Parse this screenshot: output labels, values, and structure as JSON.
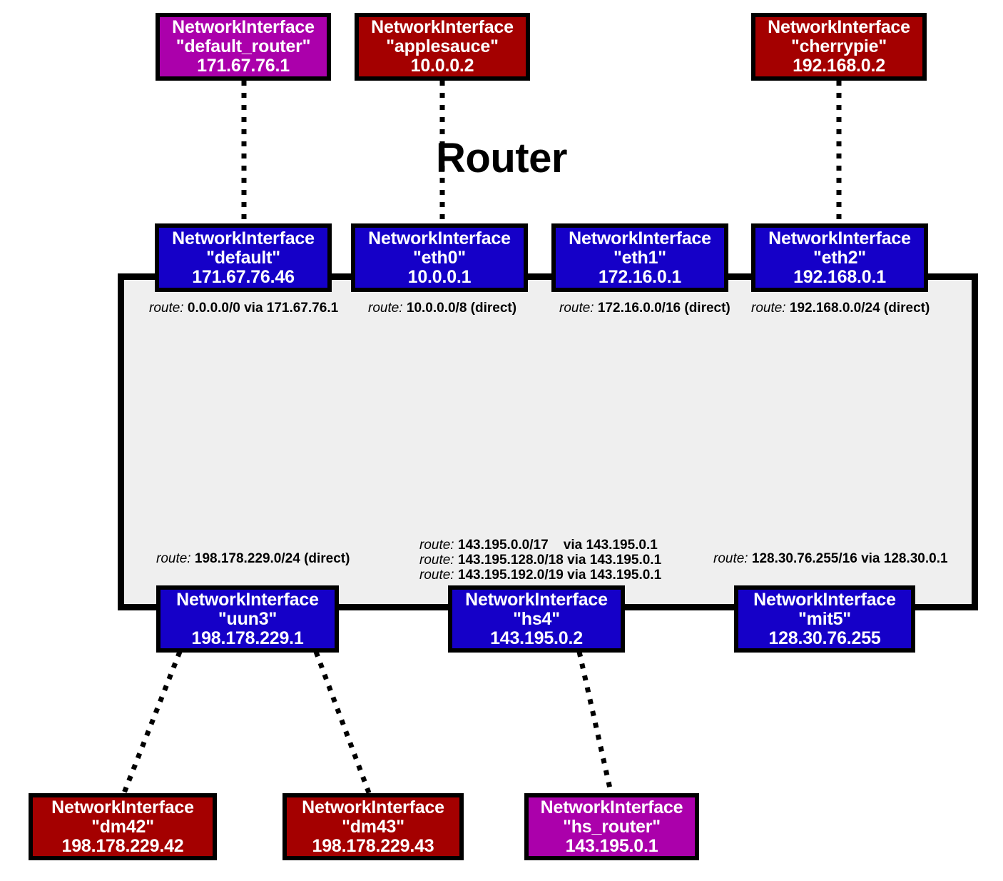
{
  "diagram": {
    "title": "Router",
    "node_type_label": "NetworkInterface",
    "colors": {
      "interface_blue": "#1500c8",
      "host_red": "#a40000",
      "gateway_magenta": "#ab00ab",
      "router_fill": "#efefef",
      "outline_black": "#000000"
    }
  },
  "external_top": [
    {
      "id": "default_router",
      "type": "NetworkInterface",
      "name": "\"default_router\"",
      "address": "171.67.76.1",
      "color": "magenta"
    },
    {
      "id": "applesauce",
      "type": "NetworkInterface",
      "name": "\"applesauce\"",
      "address": "10.0.0.2",
      "color": "red"
    },
    {
      "id": "cherrypie",
      "type": "NetworkInterface",
      "name": "\"cherrypie\"",
      "address": "192.168.0.2",
      "color": "red"
    }
  ],
  "router_top_interfaces": [
    {
      "id": "default",
      "type": "NetworkInterface",
      "name": "\"default\"",
      "address": "171.67.76.46",
      "color": "blue"
    },
    {
      "id": "eth0",
      "type": "NetworkInterface",
      "name": "\"eth0\"",
      "address": "10.0.0.1",
      "color": "blue"
    },
    {
      "id": "eth1",
      "type": "NetworkInterface",
      "name": "\"eth1\"",
      "address": "172.16.0.1",
      "color": "blue"
    },
    {
      "id": "eth2",
      "type": "NetworkInterface",
      "name": "\"eth2\"",
      "address": "192.168.0.1",
      "color": "blue"
    }
  ],
  "router_bottom_interfaces": [
    {
      "id": "uun3",
      "type": "NetworkInterface",
      "name": "\"uun3\"",
      "address": "198.178.229.1",
      "color": "blue"
    },
    {
      "id": "hs4",
      "type": "NetworkInterface",
      "name": "\"hs4\"",
      "address": "143.195.0.2",
      "color": "blue"
    },
    {
      "id": "mit5",
      "type": "NetworkInterface",
      "name": "\"mit5\"",
      "address": "128.30.76.255",
      "color": "blue"
    }
  ],
  "external_bottom": [
    {
      "id": "dm42",
      "type": "NetworkInterface",
      "name": "\"dm42\"",
      "address": "198.178.229.42",
      "color": "red"
    },
    {
      "id": "dm43",
      "type": "NetworkInterface",
      "name": "\"dm43\"",
      "address": "198.178.229.43",
      "color": "red"
    },
    {
      "id": "hs_router",
      "type": "NetworkInterface",
      "name": "\"hs_router\"",
      "address": "143.195.0.1",
      "color": "magenta"
    }
  ],
  "routes": {
    "keyword": "route:",
    "top": [
      {
        "for": "default",
        "text": " 0.0.0.0/0 via 171.67.76.1"
      },
      {
        "for": "eth0",
        "text": " 10.0.0.0/8 (direct)"
      },
      {
        "for": "eth1",
        "text": " 172.16.0.0/16 (direct)"
      },
      {
        "for": "eth2",
        "text": " 192.168.0.0/24 (direct)"
      }
    ],
    "bottom_left": [
      {
        "for": "uun3",
        "text": " 198.178.229.0/24 (direct)"
      }
    ],
    "bottom_center": [
      {
        "for": "hs4",
        "text": " 143.195.0.0/17    via 143.195.0.1"
      },
      {
        "for": "hs4",
        "text": " 143.195.128.0/18 via 143.195.0.1"
      },
      {
        "for": "hs4",
        "text": " 143.195.192.0/19 via 143.195.0.1"
      }
    ],
    "bottom_right": [
      {
        "for": "mit5",
        "text": " 128.30.76.255/16 via 128.30.0.1"
      }
    ]
  },
  "links": [
    {
      "from": "default_router",
      "to": "default",
      "style": "dotted"
    },
    {
      "from": "applesauce",
      "to": "eth0",
      "style": "dotted"
    },
    {
      "from": "cherrypie",
      "to": "eth2",
      "style": "dotted"
    },
    {
      "from": "uun3",
      "to": "dm42",
      "style": "dotted"
    },
    {
      "from": "uun3",
      "to": "dm43",
      "style": "dotted"
    },
    {
      "from": "hs4",
      "to": "hs_router",
      "style": "dotted"
    }
  ]
}
